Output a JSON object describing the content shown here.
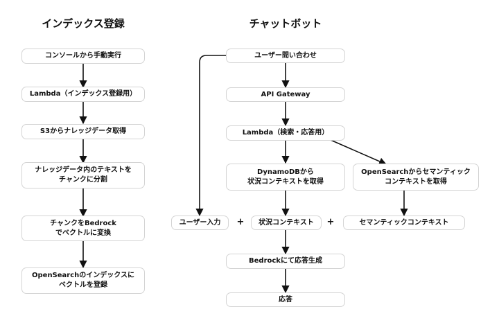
{
  "left_section": {
    "title": "インデックス登録",
    "steps": [
      "コンソールから手動実行",
      "Lambda（インデックス登録用）",
      "S3からナレッジデータ取得",
      "ナレッジデータ内のテキストを\nチャンクに分割",
      "チャンクをBedrock\nでベクトルに変換",
      "OpenSearchのインデックスに\nベクトルを登録"
    ]
  },
  "right_section": {
    "title": "チャットボット",
    "query": "ユーザー問い合わせ",
    "api_gateway": "API Gateway",
    "lambda_search": "Lambda（検索・応答用）",
    "dynamodb": "DynamoDBから\n状況コンテキストを取得",
    "opensearch": "OpenSearchからセマンティック\nコンテキストを取得",
    "user_input": "ユーザー入力",
    "plus": "+",
    "state_context": "状況コンテキスト",
    "semantic_context": "セマンティックコンテキスト",
    "bedrock_gen": "Bedrockにて応答生成",
    "response": "応答"
  },
  "colors": {
    "border": "#d4d4d4",
    "arrow": "#111111",
    "text": "#111111"
  }
}
